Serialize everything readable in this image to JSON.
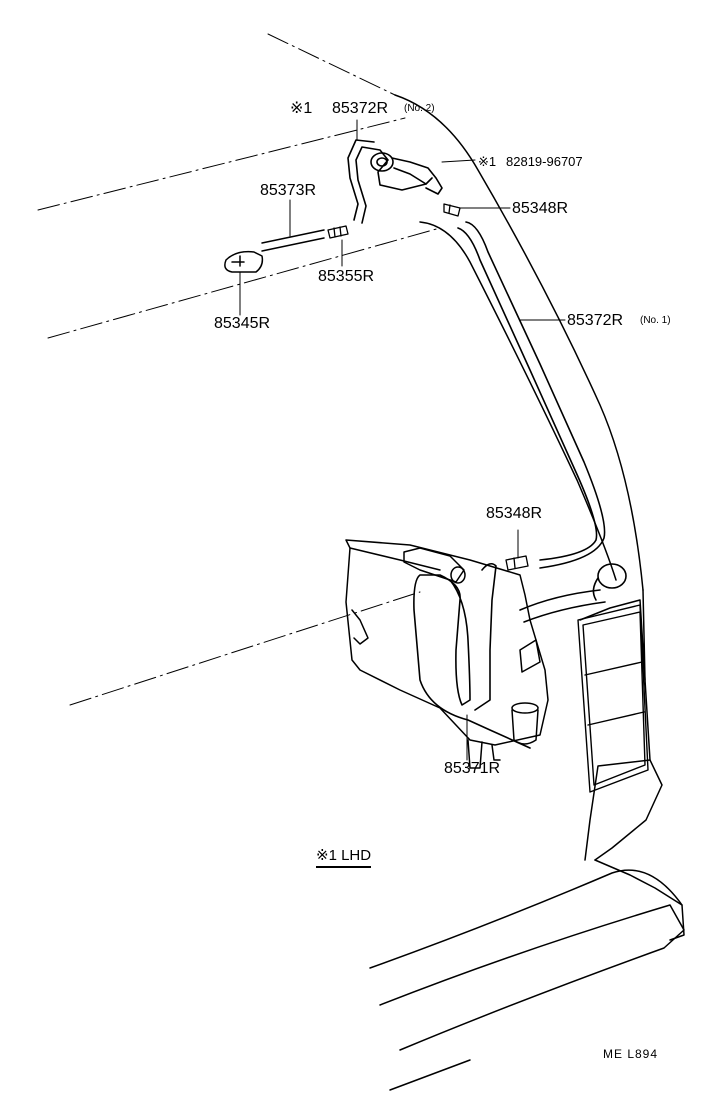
{
  "diagram": {
    "labels": {
      "mark_top": "※1",
      "hose_no2_part": "85372R",
      "hose_no2_suffix": "(No. 2)",
      "hose_no1_part": "85372R",
      "hose_no1_suffix": "(No. 1)",
      "clamp_ref_mark": "※1",
      "clamp_ref_part": "82819-96707",
      "joint_upper": "85348R",
      "joint_lower": "85348R",
      "pipe": "85373R",
      "nozzle": "85345R",
      "connector": "85355R",
      "reservoir_hose": "85371R",
      "footnote_mark": "※1",
      "footnote_text": "LHD",
      "drawing_code": "ME  L894"
    }
  }
}
